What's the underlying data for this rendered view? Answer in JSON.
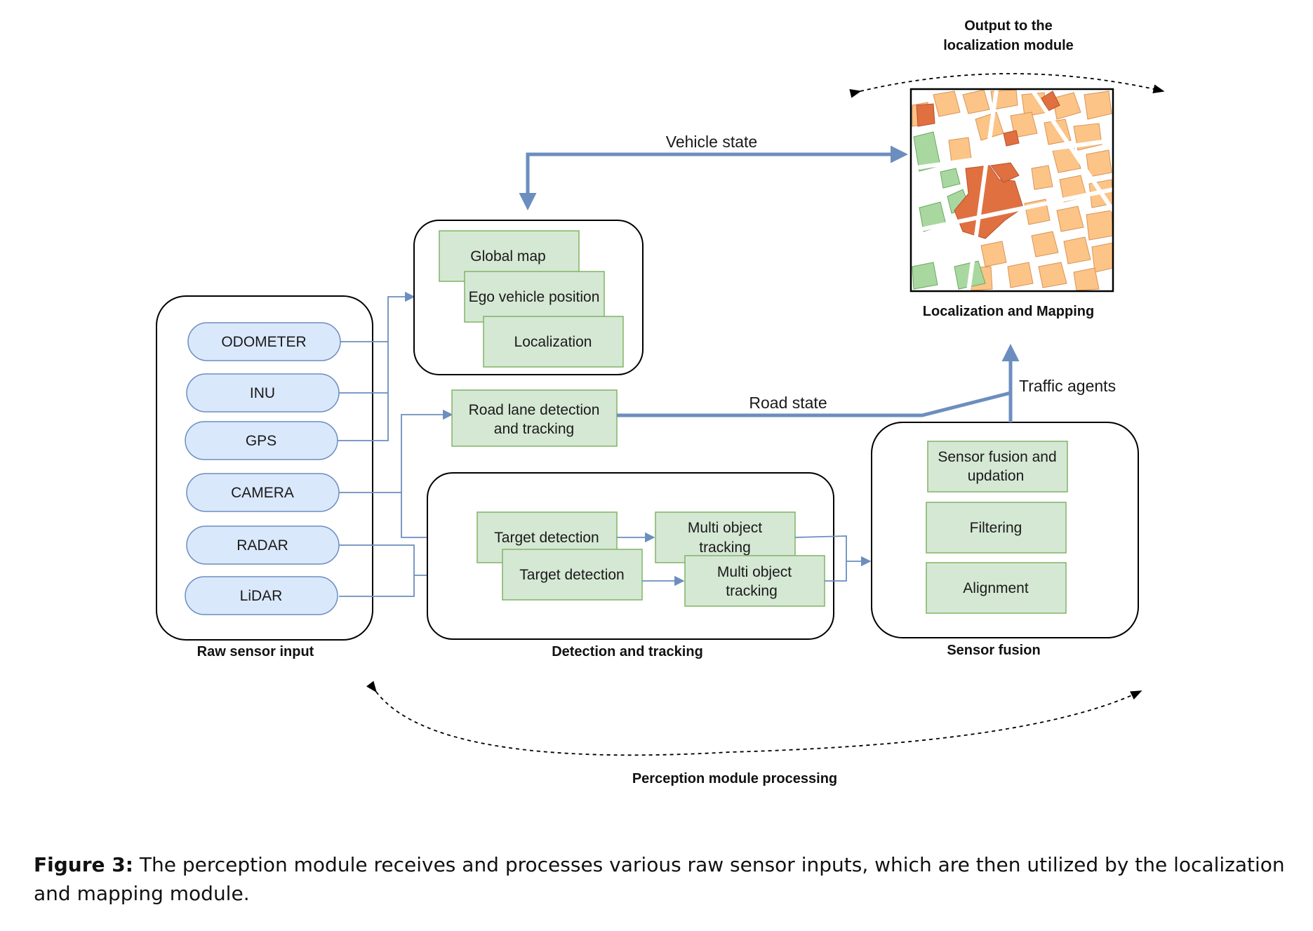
{
  "colors": {
    "sensor_fill": "#dae8fc",
    "sensor_stroke": "#6c8ebf",
    "process_fill": "#d5e8d4",
    "process_stroke": "#82b366",
    "arrow": "#6c8ebf",
    "map_road": "#ffffff",
    "map_block": "#fcc486",
    "map_landmark": "#e07040",
    "map_park": "#a8d8a0"
  },
  "sensors": {
    "odometer": "ODOMETER",
    "inu": "INU",
    "gps": "GPS",
    "camera": "CAMERA",
    "radar": "RADAR",
    "lidar": "LiDAR"
  },
  "groups": {
    "raw_sensor_input": "Raw sensor input",
    "detection_tracking": "Detection and tracking",
    "sensor_fusion": "Sensor fusion",
    "localization_mapping": "Localization and Mapping",
    "output_line1": "Output to the",
    "output_line2": "localization module",
    "perception_processing": "Perception module processing"
  },
  "localization_boxes": {
    "global_map": "Global map",
    "ego_vehicle_position": "Ego vehicle position",
    "localization": "Localization"
  },
  "road_lane": {
    "line1": "Road lane detection",
    "line2": "and tracking"
  },
  "detection": {
    "target_detection_1": "Target detection",
    "target_detection_2": "Target detection",
    "mot1_line1": "Multi object",
    "mot1_line2": "tracking",
    "mot2_line1": "Multi object",
    "mot2_line2": "tracking"
  },
  "fusion": {
    "sensor_fusion_line1": "Sensor fusion and",
    "sensor_fusion_line2": "updation",
    "filtering": "Filtering",
    "alignment": "Alignment"
  },
  "edges": {
    "vehicle_state": "Vehicle state",
    "road_state": "Road state",
    "traffic_agents": "Traffic agents"
  },
  "caption": {
    "label": "Figure 3:",
    "text": " The perception module receives and processes various raw sensor inputs, which are then utilized by the localization and mapping module."
  }
}
